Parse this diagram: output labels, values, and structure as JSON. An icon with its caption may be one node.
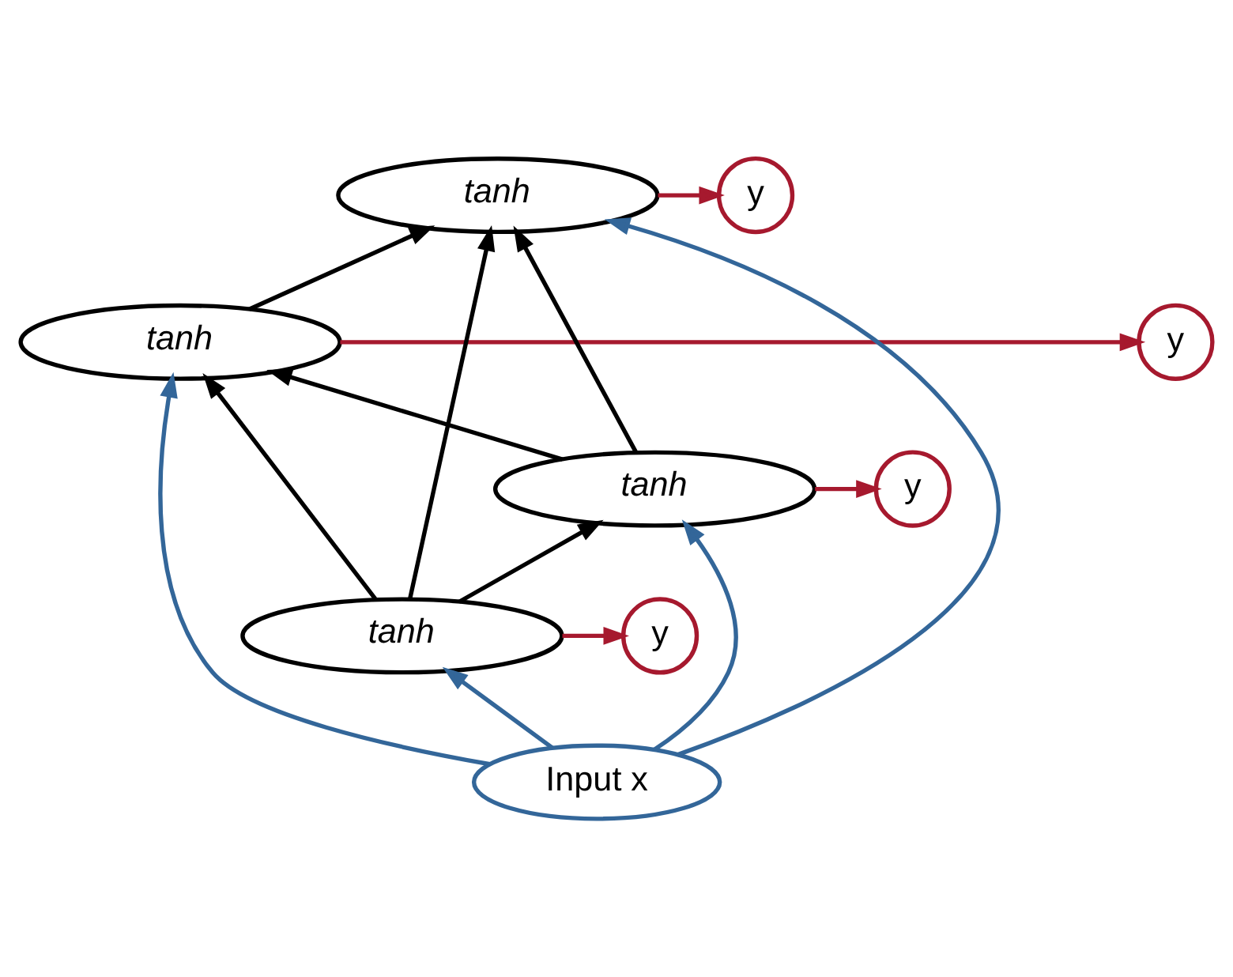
{
  "diagram": {
    "nodes": [
      {
        "text": [
          "y"
        ]
      },
      {
        "text": [
          "tanh"
        ]
      },
      {
        "text": [
          "y"
        ]
      },
      {
        "text": [
          "tanh"
        ]
      },
      {
        "text": [
          "y"
        ]
      },
      {
        "text": [
          "tanh"
        ]
      },
      {
        "text": [
          "y"
        ]
      },
      {
        "text": [
          "tanh"
        ]
      },
      {
        "text": [
          "Input x"
        ]
      }
    ],
    "edges": [
      {
        "from": 1,
        "to": 0,
        "arrow": "to",
        "color": "#a6192e"
      },
      {
        "from": 3,
        "to": 2,
        "arrow": "to",
        "color": "#a6192e"
      },
      {
        "from": 5,
        "to": 4,
        "arrow": "to",
        "color": "#a6192e"
      },
      {
        "from": 7,
        "to": 6,
        "arrow": "to",
        "color": "#a6192e"
      },
      {
        "from": 8,
        "to": 1,
        "arrow": "to",
        "color": "#336699"
      },
      {
        "from": 8,
        "to": 3,
        "arrow": "to",
        "color": "#336699"
      },
      {
        "from": 8,
        "to": 5,
        "arrow": "to",
        "color": "#336699"
      },
      {
        "from": 8,
        "to": 7,
        "arrow": "to",
        "color": "#336699"
      },
      {
        "from": 7,
        "to": 5,
        "arrow": "to"
      },
      {
        "from": 5,
        "to": 3,
        "arrow": "to"
      },
      {
        "from": 3,
        "to": 1,
        "arrow": "to"
      },
      {
        "from": 7,
        "to": 3,
        "arrow": "to"
      },
      {
        "from": 7,
        "to": 1,
        "arrow": "to"
      },
      {
        "from": 5,
        "to": 1,
        "arrow": "to"
      }
    ]
  }
}
